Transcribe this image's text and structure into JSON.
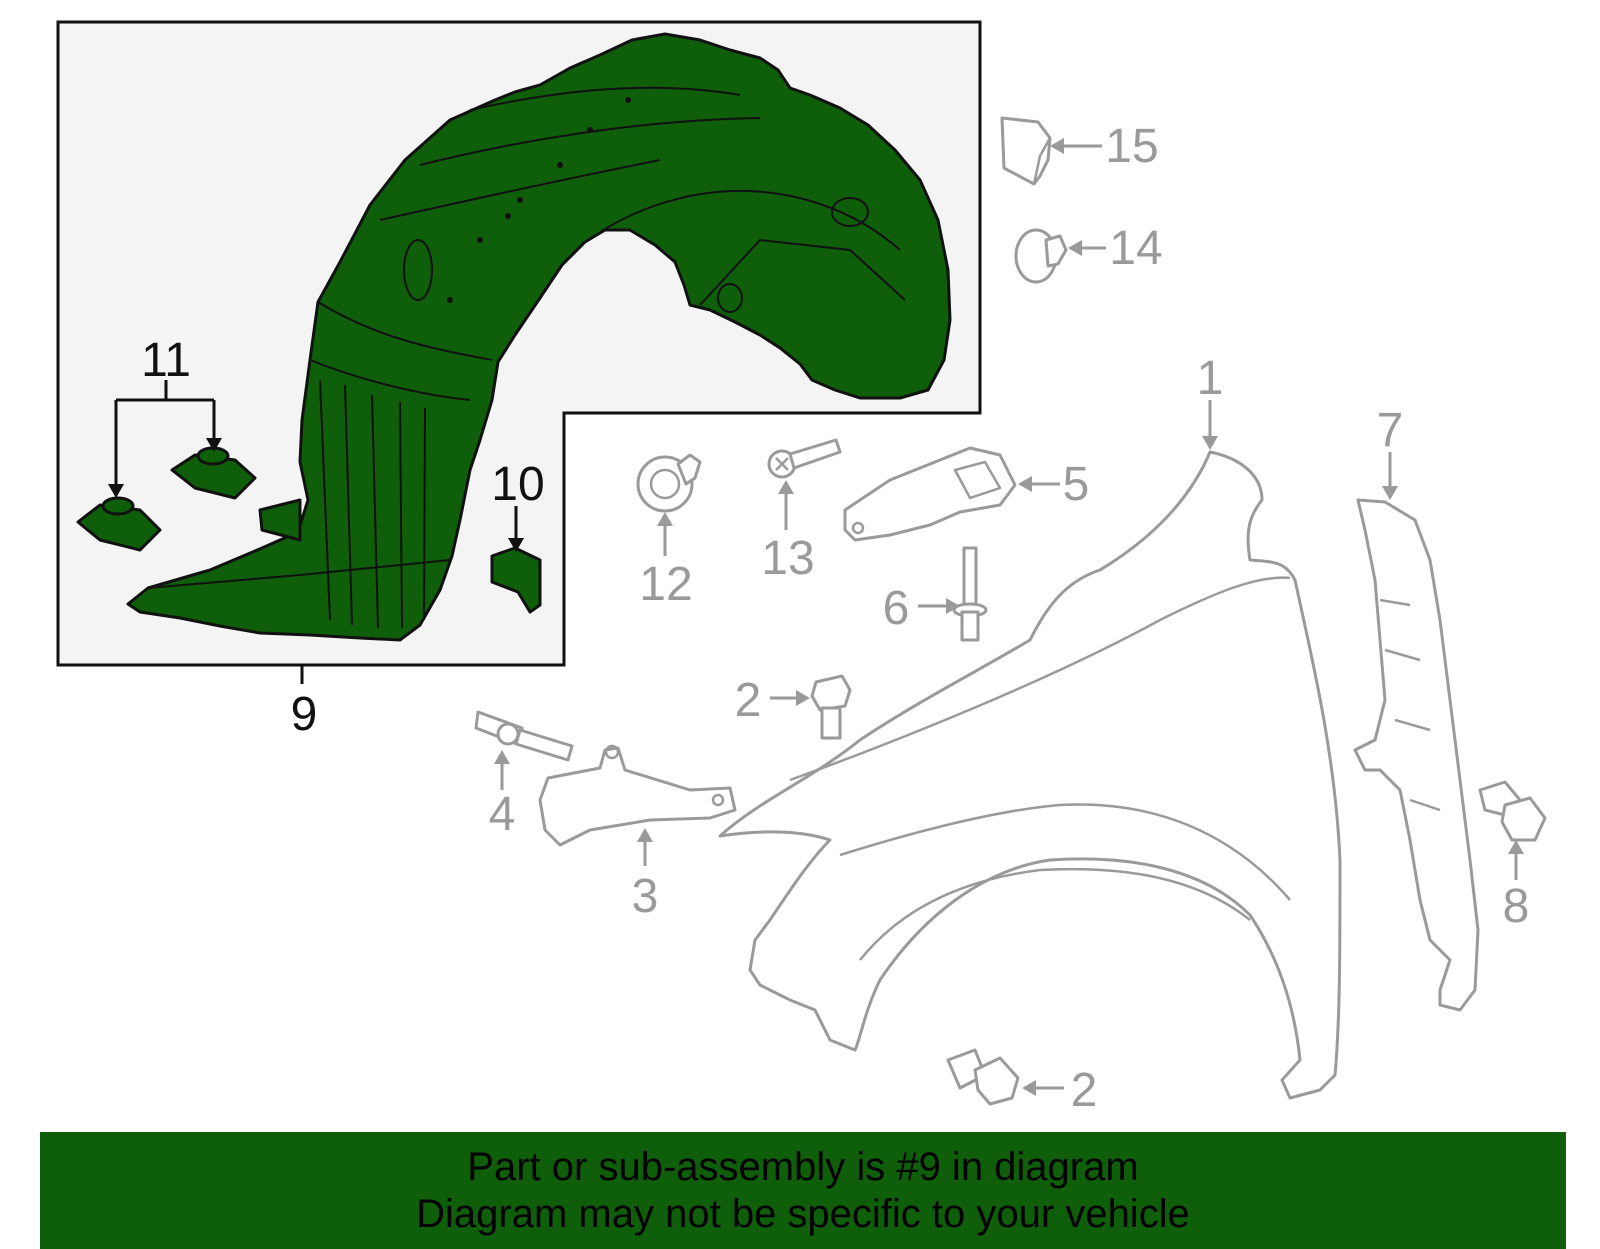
{
  "colors": {
    "highlight_fill": "#0f5e0a",
    "footer_background": "#0f5e0a",
    "outline_dark": "#111111",
    "outline_grey": "#9a9a9a",
    "inset_background": "#f4f4f4"
  },
  "callouts": {
    "c1": "1",
    "c2a": "2",
    "c2b": "2",
    "c3": "3",
    "c4": "4",
    "c5": "5",
    "c6": "6",
    "c7": "7",
    "c8": "8",
    "c9": "9",
    "c10": "10",
    "c11": "11",
    "c12": "12",
    "c13": "13",
    "c14": "14",
    "c15": "15"
  },
  "footer": {
    "line1": "Part or sub-assembly is #9 in diagram",
    "line2": "Diagram may not be specific to your vehicle"
  }
}
